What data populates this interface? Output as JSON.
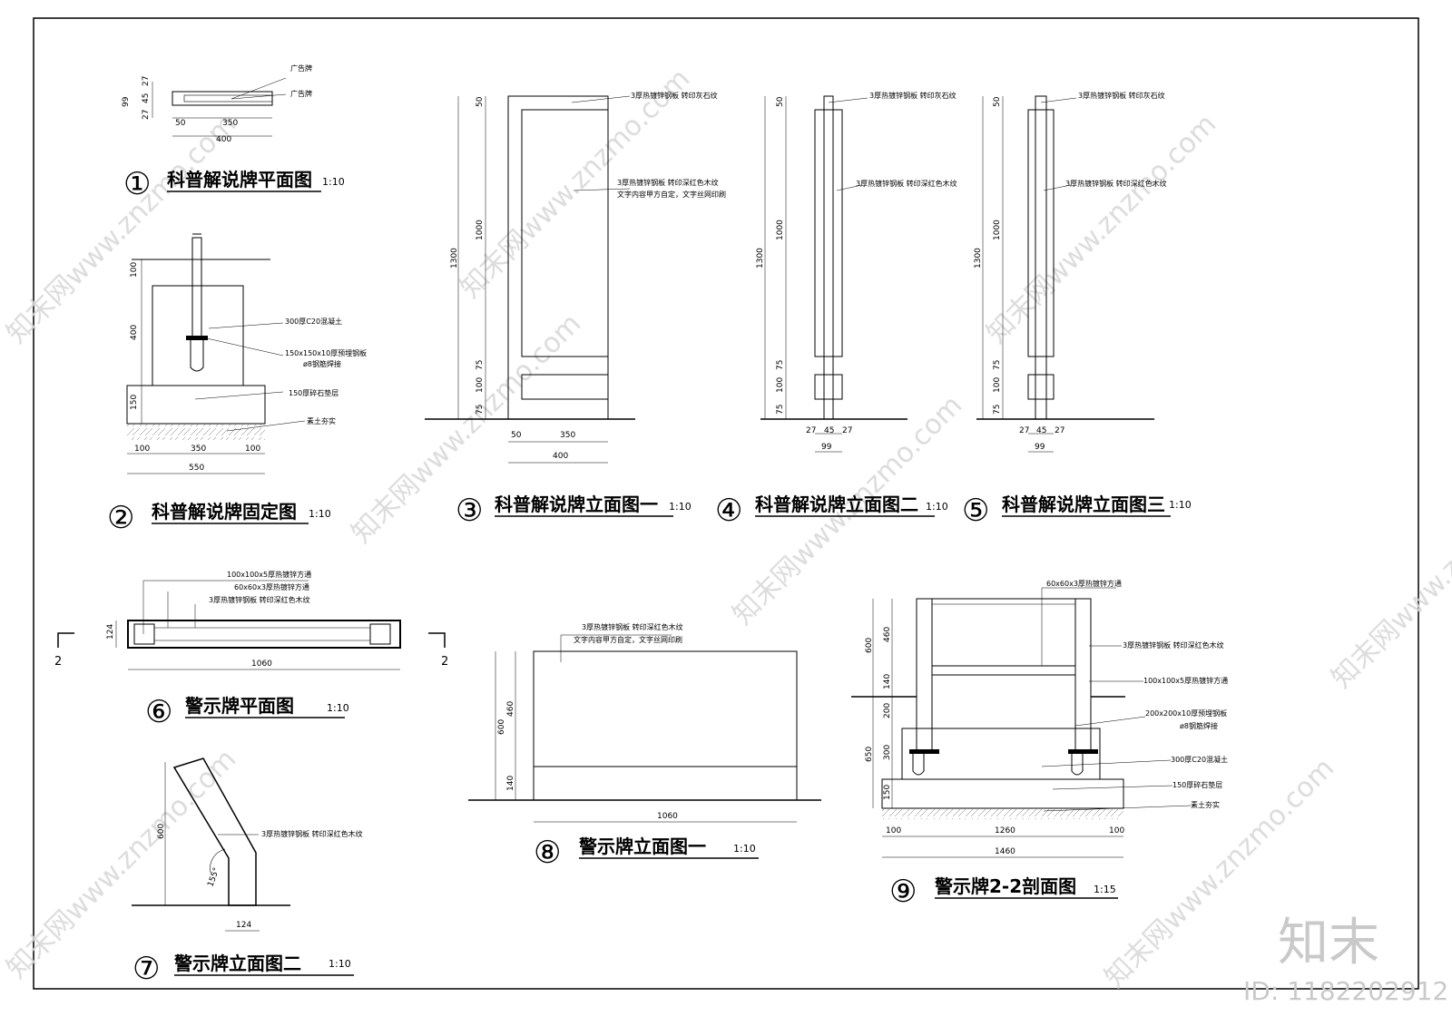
{
  "drawings": {
    "d1": {
      "num": "①",
      "title": "科普解说牌平面图",
      "scale": "1:10",
      "notes": [
        "广告牌",
        "广告牌"
      ],
      "dims": {
        "total": "400",
        "a": "50",
        "b": "350",
        "h": "99",
        "h1": "27",
        "h2": "45",
        "h3": "27"
      }
    },
    "d2": {
      "num": "②",
      "title": "科普解说牌固定图",
      "scale": "1:10",
      "notes": [
        "300厚C20混凝土",
        "150x150x10厚预埋钢板",
        "ø8钢筋焊接",
        "150厚碎石垫层",
        "素土夯实"
      ],
      "dims": {
        "top": "100",
        "mid": "400",
        "base": "150",
        "w1": "100",
        "w2": "350",
        "w3": "100",
        "total": "550"
      }
    },
    "d3": {
      "num": "③",
      "title": "科普解说牌立面图一",
      "scale": "1:10",
      "notes": [
        "3厚热镀锌钢板 转印灰石纹",
        "3厚热镀锌钢板 转印深红色木纹",
        "文字内容甲方自定，文字丝网印刷"
      ],
      "dims": {
        "total": "1300",
        "v1": "50",
        "v2": "1000",
        "v3": "75",
        "v4": "100",
        "v5": "75",
        "w1": "50",
        "w2": "350",
        "wt": "400"
      }
    },
    "d4": {
      "num": "④",
      "title": "科普解说牌立面图二",
      "scale": "1:10",
      "notes": [
        "3厚热镀锌钢板 转印灰石纹",
        "3厚热镀锌钢板 转印深红色木纹"
      ],
      "dims": {
        "total": "1300",
        "v1": "50",
        "v2": "1000",
        "v3": "75",
        "v4": "100",
        "v5": "75",
        "w1": "27",
        "w2": "45",
        "w3": "27",
        "wt": "99"
      }
    },
    "d5": {
      "num": "⑤",
      "title": "科普解说牌立面图三",
      "scale": "1:10",
      "notes": [
        "3厚热镀锌钢板 转印灰石纹",
        "3厚热镀锌钢板 转印深红色木纹"
      ],
      "dims": {
        "total": "1300",
        "v1": "50",
        "v2": "1000",
        "v3": "75",
        "v4": "100",
        "v5": "75",
        "w1": "27",
        "w2": "45",
        "w3": "27",
        "wt": "99"
      }
    },
    "d6": {
      "num": "⑥",
      "title": "警示牌平面图",
      "scale": "1:10",
      "notes": [
        "100x100x5厚热镀锌方通",
        "60x60x3厚热镀锌方通",
        "3厚热镀锌钢板 转印深红色木纹"
      ],
      "dims": {
        "w": "1060",
        "h": "124"
      },
      "section": "2"
    },
    "d7": {
      "num": "⑦",
      "title": "警示牌立面图二",
      "scale": "1:10",
      "notes": [
        "3厚热镀锌钢板 转印深红色木纹"
      ],
      "dims": {
        "h": "600",
        "w": "124",
        "angle": "155°"
      }
    },
    "d8": {
      "num": "⑧",
      "title": "警示牌立面图一",
      "scale": "1:10",
      "notes": [
        "3厚热镀锌钢板 转印深红色木纹",
        "文字内容甲方自定，文字丝网印刷"
      ],
      "dims": {
        "total": "600",
        "v1": "460",
        "v2": "140",
        "w": "1060"
      }
    },
    "d9": {
      "num": "⑨",
      "title": "警示牌2-2剖面图",
      "scale": "1:15",
      "notes": [
        "60x60x3厚热镀锌方通",
        "3厚热镀锌钢板 转印深红色木纹",
        "100x100x5厚热镀锌方通",
        "200x200x10厚预埋钢板",
        "ø8钢筋焊接",
        "300厚C20混凝土",
        "150厚碎石垫层",
        "素土夯实"
      ],
      "dims": {
        "top": "600",
        "t1": "460",
        "t2": "140",
        "bot": "650",
        "b1": "200",
        "b2": "300",
        "b3": "150",
        "w1": "100",
        "w2": "1260",
        "w3": "100",
        "wt": "1460"
      }
    }
  },
  "watermark": {
    "site": "知末网www.znzmo.com",
    "brand": "知末",
    "id": "ID: 1182202912"
  }
}
